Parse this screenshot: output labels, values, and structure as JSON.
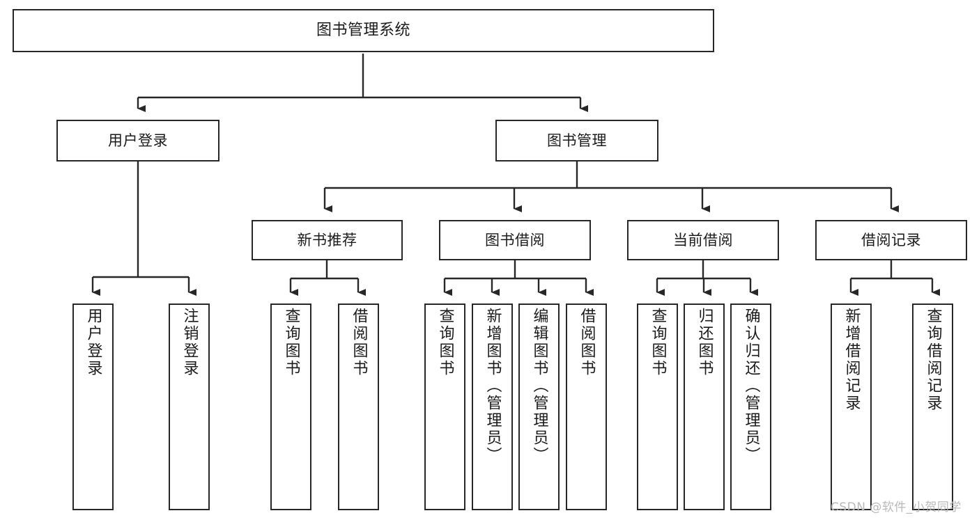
{
  "diagram": {
    "title": "图书管理系统",
    "type": "tree-hierarchy",
    "watermark": "CSDN @软件_小贺同学",
    "colors": {
      "box_border": "#272727",
      "box_fill": "#ffffff",
      "edge": "#272727",
      "text": "#1b1b1b",
      "watermark": "#b9b9b9",
      "background": "#ffffff"
    },
    "levels": {
      "root": {
        "label": "图书管理系统"
      },
      "level2": [
        {
          "id": "user-login",
          "label": "用户登录"
        },
        {
          "id": "book-manage",
          "label": "图书管理"
        }
      ],
      "level3": [
        {
          "id": "new-book-recommend",
          "label": "新书推荐"
        },
        {
          "id": "book-borrow",
          "label": "图书借阅"
        },
        {
          "id": "current-borrow",
          "label": "当前借阅"
        },
        {
          "id": "borrow-record",
          "label": "借阅记录"
        }
      ],
      "leaves": {
        "user-login": [
          {
            "id": "leaf-user-login",
            "label": "用户登录"
          },
          {
            "id": "leaf-user-logout",
            "label": "注销登录"
          }
        ],
        "new-book-recommend": [
          {
            "id": "leaf-query-book-1",
            "label": "查询图书"
          },
          {
            "id": "leaf-borrow-book-1",
            "label": "借阅图书"
          }
        ],
        "book-borrow": [
          {
            "id": "leaf-query-book-2",
            "label": "查询图书"
          },
          {
            "id": "leaf-add-book",
            "label": "新增图书（管理员）"
          },
          {
            "id": "leaf-edit-book",
            "label": "编辑图书（管理员）"
          },
          {
            "id": "leaf-borrow-book-2",
            "label": "借阅图书"
          }
        ],
        "current-borrow": [
          {
            "id": "leaf-query-book-3",
            "label": "查询图书"
          },
          {
            "id": "leaf-return-book",
            "label": "归还图书"
          },
          {
            "id": "leaf-confirm-return",
            "label": "确认归还（管理员）"
          }
        ],
        "borrow-record": [
          {
            "id": "leaf-add-record",
            "label": "新增借阅记录"
          },
          {
            "id": "leaf-query-record",
            "label": "查询借阅记录"
          }
        ]
      }
    }
  }
}
